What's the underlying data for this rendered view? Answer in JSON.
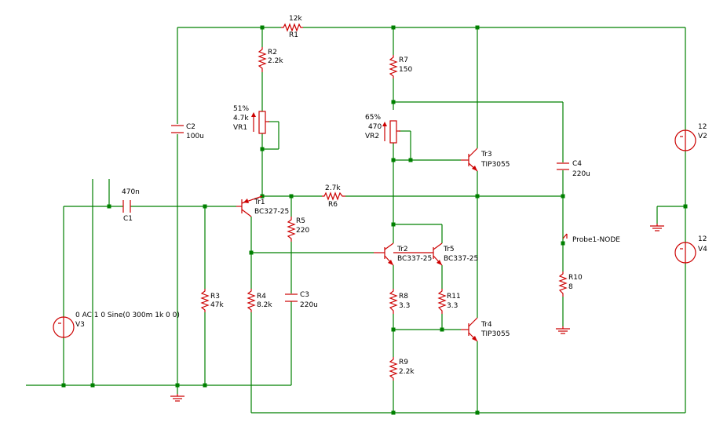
{
  "components": {
    "R1": {
      "ref": "R1",
      "value": "12k"
    },
    "R2": {
      "ref": "R2",
      "value": "2.2k"
    },
    "R3": {
      "ref": "R3",
      "value": "47k"
    },
    "R4": {
      "ref": "R4",
      "value": "8.2k"
    },
    "R5": {
      "ref": "R5",
      "value": "220"
    },
    "R6": {
      "ref": "R6",
      "value": "2.7k"
    },
    "R7": {
      "ref": "R7",
      "value": "150"
    },
    "R8": {
      "ref": "R8",
      "value": "3.3"
    },
    "R9": {
      "ref": "R9",
      "value": "2.2k"
    },
    "R10": {
      "ref": "R10",
      "value": "8"
    },
    "R11": {
      "ref": "R11",
      "value": "3.3"
    },
    "VR1": {
      "ref": "VR1",
      "value": "4.7k",
      "setting": "51%"
    },
    "VR2": {
      "ref": "VR2",
      "value": "470",
      "setting": "65%"
    },
    "C1": {
      "ref": "C1",
      "value": "470n"
    },
    "C2": {
      "ref": "C2",
      "value": "100u"
    },
    "C3": {
      "ref": "C3",
      "value": "220u"
    },
    "C4": {
      "ref": "C4",
      "value": "220u"
    },
    "Tr1": {
      "ref": "Tr1",
      "part": "BC327-25"
    },
    "Tr2": {
      "ref": "Tr2",
      "part": "BC337-25"
    },
    "Tr3": {
      "ref": "Tr3",
      "part": "TIP3055"
    },
    "Tr4": {
      "ref": "Tr4",
      "part": "TIP3055"
    },
    "Tr5": {
      "ref": "Tr5",
      "part": "BC337-25"
    },
    "V2": {
      "ref": "V2",
      "value": "12"
    },
    "V3": {
      "ref": "V3",
      "value": "0 AC 1 0 Sine(0 300m 1k 0 0)"
    },
    "V4": {
      "ref": "V4",
      "value": "12"
    }
  },
  "probe": {
    "label": "Probe1-NODE"
  },
  "colors": {
    "wire": "#008000",
    "component": "#cc0000",
    "text": "#000000",
    "background": "#ffffff"
  }
}
